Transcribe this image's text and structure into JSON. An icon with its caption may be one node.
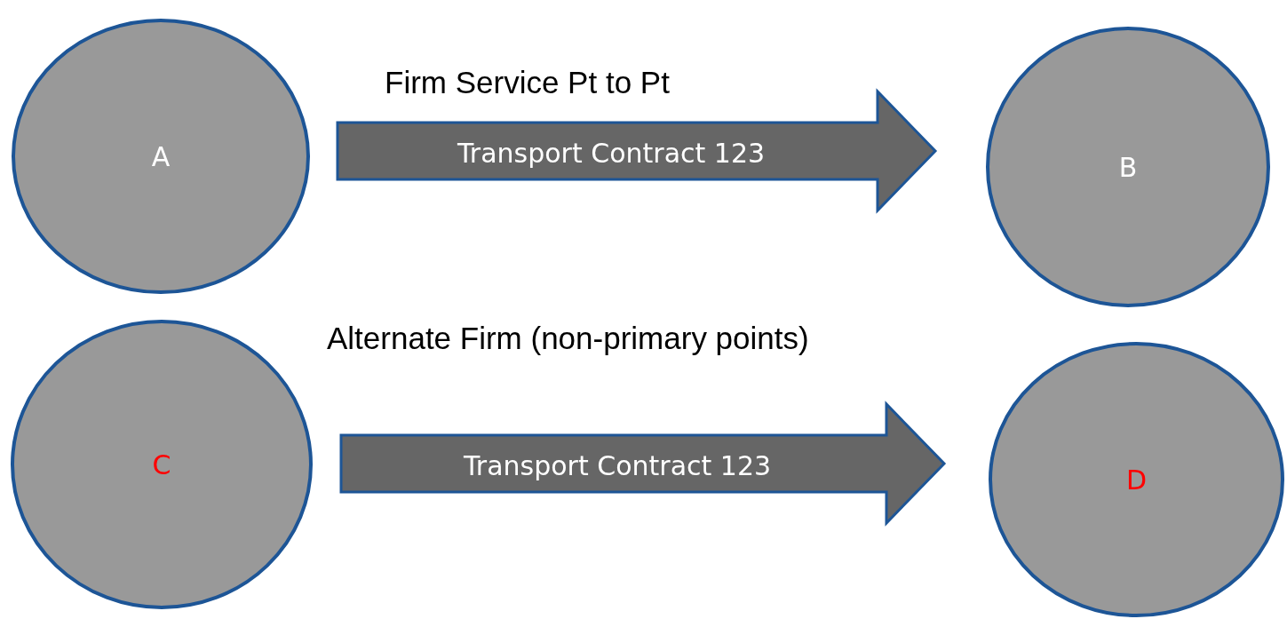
{
  "diagram": {
    "nodes": [
      {
        "text": [
          "A"
        ]
      },
      {
        "text": [
          "B"
        ]
      },
      {
        "text": [
          "C"
        ]
      },
      {
        "text": [
          "D"
        ]
      }
    ],
    "edges": [
      {
        "from": 0,
        "to": 1,
        "arrow": "to",
        "label": "Transport Contract 123"
      },
      {
        "from": 2,
        "to": 3,
        "arrow": "to",
        "label": "Transport Contract 123"
      }
    ],
    "labels": [
      "Firm Service Pt to Pt",
      "Alternate Firm (non-primary points)"
    ]
  }
}
